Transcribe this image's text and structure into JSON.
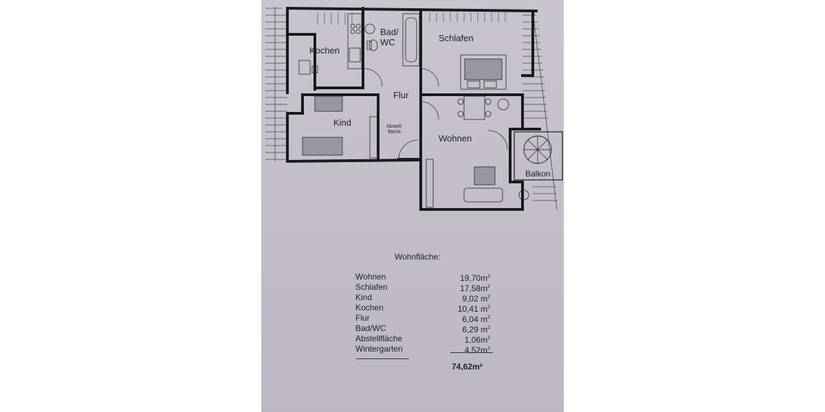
{
  "floorplan": {
    "rooms": {
      "kochen": "Kochen",
      "bad": "Bad/\nWC",
      "bad_line1": "Bad/",
      "bad_line2": "WC",
      "schlafen": "Schlafen",
      "flur": "Flur",
      "kind": "Kind",
      "abstell_line1": "Abstell-",
      "abstell_line2": "fläche",
      "wohnen": "Wohnen",
      "balkon": "Balkon"
    }
  },
  "areas": {
    "title": "Wohnfläche:",
    "items": [
      {
        "name": "Wohnen",
        "value": "19,70m",
        "unit_sup": "2"
      },
      {
        "name": "Schlafen",
        "value": "17,58m",
        "unit_sup": "2"
      },
      {
        "name": "Kind",
        "value": "9,02 m",
        "unit_sup": "2"
      },
      {
        "name": "Kochen",
        "value": "10,41 m",
        "unit_sup": "2"
      },
      {
        "name": "Flur",
        "value": "6,04 m",
        "unit_sup": "2"
      },
      {
        "name": "Bad/WC",
        "value": "6,29 m",
        "unit_sup": "2"
      },
      {
        "name": "Abstellfläche",
        "value": "1,06m",
        "unit_sup": "2"
      },
      {
        "name": "Wintergarten",
        "value": "4,52m",
        "unit_sup": "2"
      }
    ],
    "total": "74,62m²"
  },
  "colors": {
    "paper": "#c6c1cb",
    "wall": "#1a1a1a",
    "ink": "#222222"
  }
}
